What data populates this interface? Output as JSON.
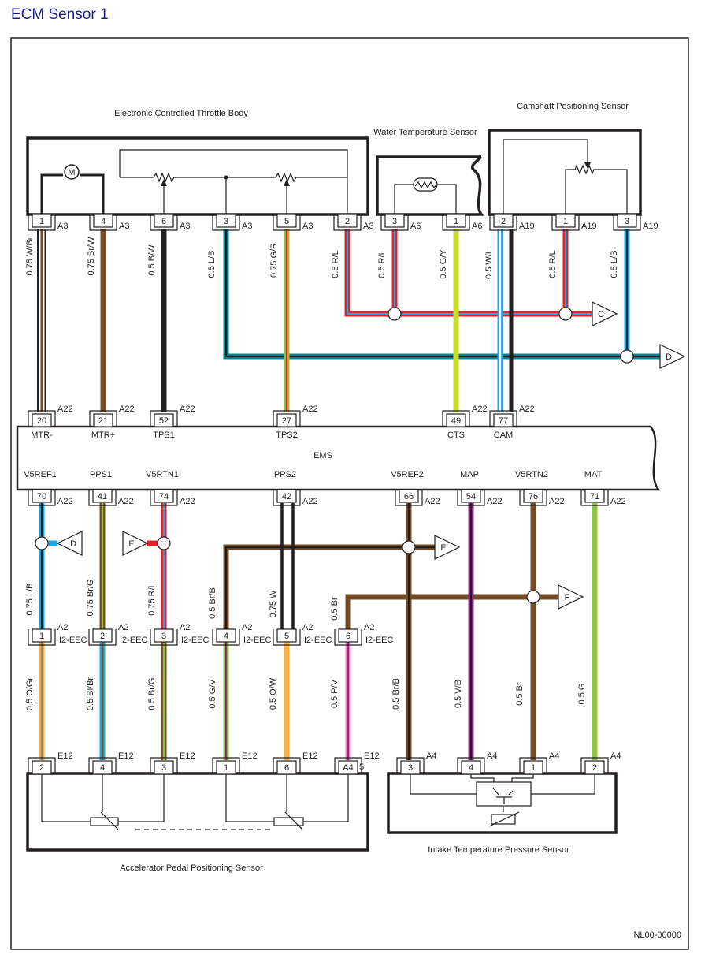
{
  "title": "ECM Sensor 1",
  "footer_code": "NL00-00000",
  "components": {
    "throttle_body": "Electronic Controlled Throttle Body",
    "water_temp": "Water Temperature Sensor",
    "camshaft": "Camshaft Positioning Sensor",
    "ems": "EMS",
    "accel_pedal": "Accelerator Pedal Positioning Sensor",
    "intake": "Intake Temperature Pressure Sensor",
    "motor_symbol": "M"
  },
  "top_pins": [
    {
      "pin": "1",
      "conn": "A3"
    },
    {
      "pin": "4",
      "conn": "A3"
    },
    {
      "pin": "6",
      "conn": "A3"
    },
    {
      "pin": "3",
      "conn": "A3"
    },
    {
      "pin": "5",
      "conn": "A3"
    },
    {
      "pin": "2",
      "conn": "A3"
    },
    {
      "pin": "3",
      "conn": "A6"
    },
    {
      "pin": "1",
      "conn": "A6"
    },
    {
      "pin": "2",
      "conn": "A19"
    },
    {
      "pin": "1",
      "conn": "A19"
    },
    {
      "pin": "3",
      "conn": "A19"
    }
  ],
  "ecm_top_pins": [
    {
      "pin": "20",
      "conn": "A22",
      "signal": "MTR-"
    },
    {
      "pin": "21",
      "conn": "A22",
      "signal": "MTR+"
    },
    {
      "pin": "52",
      "conn": "A22",
      "signal": "TPS1"
    },
    {
      "pin": "27",
      "conn": "A22",
      "signal": "TPS2"
    },
    {
      "pin": "49",
      "conn": "A22",
      "signal": "CTS"
    },
    {
      "pin": "77",
      "conn": "A22",
      "signal": "CAM"
    }
  ],
  "ecm_bottom_pins": [
    {
      "pin": "70",
      "conn": "A22",
      "signal": "V5REF1"
    },
    {
      "pin": "41",
      "conn": "A22",
      "signal": "PPS1"
    },
    {
      "pin": "74",
      "conn": "A22",
      "signal": "V5RTN1"
    },
    {
      "pin": "42",
      "conn": "A22",
      "signal": "PPS2"
    },
    {
      "pin": "66",
      "conn": "A22",
      "signal": "V5REF2"
    },
    {
      "pin": "54",
      "conn": "A22",
      "signal": "MAP"
    },
    {
      "pin": "76",
      "conn": "A22",
      "signal": "V5RTN2"
    },
    {
      "pin": "71",
      "conn": "A22",
      "signal": "MAT"
    }
  ],
  "a2_pins": [
    {
      "pin": "1",
      "conn": "A2",
      "conn2": "I2-EEC"
    },
    {
      "pin": "2",
      "conn": "A2",
      "conn2": "I2-EEC"
    },
    {
      "pin": "3",
      "conn": "A2",
      "conn2": "I2-EEC"
    },
    {
      "pin": "4",
      "conn": "A2",
      "conn2": "I2-EEC"
    },
    {
      "pin": "5",
      "conn": "A2",
      "conn2": "I2-EEC"
    },
    {
      "pin": "6",
      "conn": "A2",
      "conn2": "I2-EEC"
    }
  ],
  "bottom_pins": [
    {
      "pin": "2",
      "conn": "E12"
    },
    {
      "pin": "4",
      "conn": "E12"
    },
    {
      "pin": "3",
      "conn": "E12"
    },
    {
      "pin": "1",
      "conn": "E12"
    },
    {
      "pin": "6",
      "conn": "E12"
    },
    {
      "pin": "A4",
      "conn": "E12",
      "suffix": "5"
    },
    {
      "pin": "3",
      "conn": "A4"
    },
    {
      "pin": "4",
      "conn": "A4"
    },
    {
      "pin": "1",
      "conn": "A4"
    },
    {
      "pin": "2",
      "conn": "A4"
    }
  ],
  "wires": [
    {
      "label": "0.75 W/Br",
      "base": "#ffffff",
      "stripe": "#754c24",
      "outline": "#231f20"
    },
    {
      "label": "0.75 Br/W",
      "base": "#754c24"
    },
    {
      "label": "0.5 B/W",
      "base": "#231f20"
    },
    {
      "label": "0.5 L/B",
      "base": "#00899a",
      "stripe": "#231f20"
    },
    {
      "label": "0.75 G/R",
      "base": "#8dc63f",
      "stripe": "#ed1c24"
    },
    {
      "label": "0.5 R/L",
      "base": "#ed1c24",
      "stripe": "#1ba9e1"
    },
    {
      "label": "0.5 R/L",
      "base": "#ed1c24",
      "stripe": "#1ba9e1"
    },
    {
      "label": "0.5 G/Y",
      "base": "#c5dd2f"
    },
    {
      "label": "0.5 W/L",
      "base": "#1ba9e1",
      "stripe": "#ffffff",
      "companion": "#231f20"
    },
    {
      "label": "0.5 R/L",
      "base": "#ed1c24",
      "stripe": "#1ba9e1"
    },
    {
      "label": "0.5 L/B",
      "base": "#1ba9e1",
      "stripe": "#231f20"
    },
    {
      "label": "0.75 L/B",
      "base": "#1ba9e1",
      "stripe": "#231f20"
    },
    {
      "label": "0.75 Br/G",
      "base": "#754c24",
      "stripe": "#8dc63f"
    },
    {
      "label": "0.75 R/L",
      "base": "#ed1c24",
      "stripe": "#1ba9e1"
    },
    {
      "label": "0.5 Br/B",
      "base": "#754c24",
      "stripe": "#231f20"
    },
    {
      "label": "0.75 W",
      "base": "#231f20",
      "double": true
    },
    {
      "label": "0.5 Br",
      "base": "#754c24"
    },
    {
      "label": "0.5 Br/B",
      "base": "#754c24",
      "stripe": "#231f20"
    },
    {
      "label": "0.5 V/B",
      "base": "#92278f",
      "stripe": "#231f20"
    },
    {
      "label": "0.5 Br",
      "base": "#754c24"
    },
    {
      "label": "0.5 G",
      "base": "#8dc63f"
    },
    {
      "label": "0.5 O/Gr",
      "base": "#fbb040",
      "stripe": "#8a8a8a"
    },
    {
      "label": "0.5 Bl/Br",
      "base": "#1ba9e1",
      "stripe": "#754c24"
    },
    {
      "label": "0.5 Br/G",
      "base": "#754c24",
      "stripe": "#8dc63f"
    },
    {
      "label": "0.5 G/V",
      "base": "#8dc63f",
      "stripe": "#92278f"
    },
    {
      "label": "0.5 O/W",
      "base": "#fbb040"
    },
    {
      "label": "0.5 P/V",
      "base": "#f386b8",
      "stripe": "#92278f"
    }
  ],
  "offpage": [
    {
      "label": "C",
      "dir": "right"
    },
    {
      "label": "D",
      "dir": "right"
    },
    {
      "label": "D",
      "dir": "left"
    },
    {
      "label": "E",
      "dir": "right"
    },
    {
      "label": "E",
      "dir": "right"
    },
    {
      "label": "F",
      "dir": "right"
    }
  ]
}
